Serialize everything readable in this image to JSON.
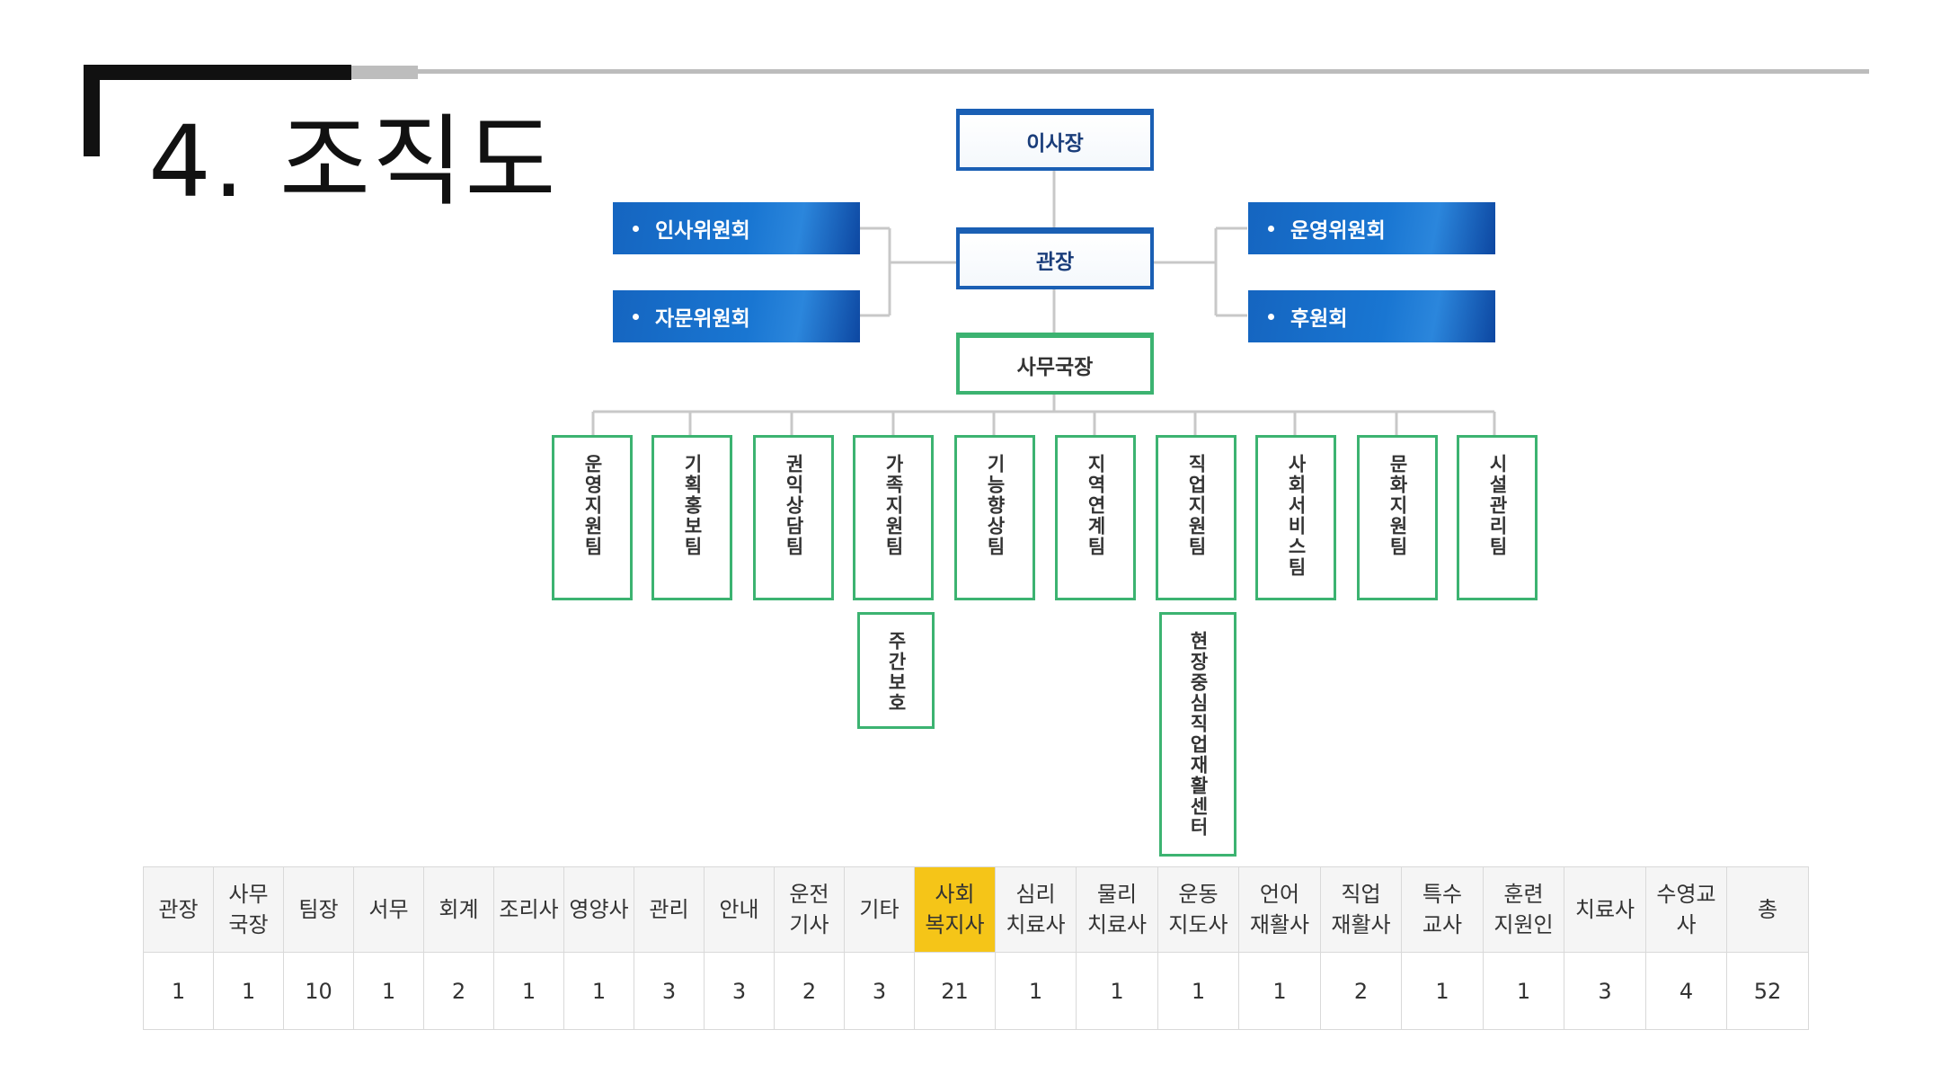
{
  "title": "4. 조직도",
  "org": {
    "chairman": "이사장",
    "director": "관장",
    "secretary_general": "사무국장",
    "left_committees": [
      "인사위원회",
      "자문위원회"
    ],
    "right_committees": [
      "운영위원회",
      "후원회"
    ],
    "teams": [
      "운영지원팀",
      "기획홍보팀",
      "권익상담팀",
      "가족지원팀",
      "기능향상팀",
      "지역연계팀",
      "직업지원팀",
      "사회서비스팀",
      "문화지원팀",
      "시설관리팀"
    ],
    "sub_units": {
      "family": "주간보호",
      "vocational": "현장중심직업재활센터"
    }
  },
  "staff_table": {
    "headers": [
      "관장",
      "사무\n국장",
      "팀장",
      "서무",
      "회계",
      "조리사",
      "영양사",
      "관리",
      "안내",
      "운전\n기사",
      "기타",
      "사회\n복지사",
      "심리\n치료사",
      "물리\n치료사",
      "운동\n지도사",
      "언어\n재활사",
      "직업\n재활사",
      "특수\n교사",
      "훈련\n지원인",
      "치료사",
      "수영교\n사",
      "총"
    ],
    "values": [
      "1",
      "1",
      "10",
      "1",
      "2",
      "1",
      "1",
      "3",
      "3",
      "2",
      "3",
      "21",
      "1",
      "1",
      "1",
      "1",
      "2",
      "1",
      "1",
      "3",
      "4",
      "52"
    ],
    "highlight_color": "#f5c518"
  },
  "colors": {
    "blue": "#1a5fb4",
    "green": "#3cb371"
  }
}
